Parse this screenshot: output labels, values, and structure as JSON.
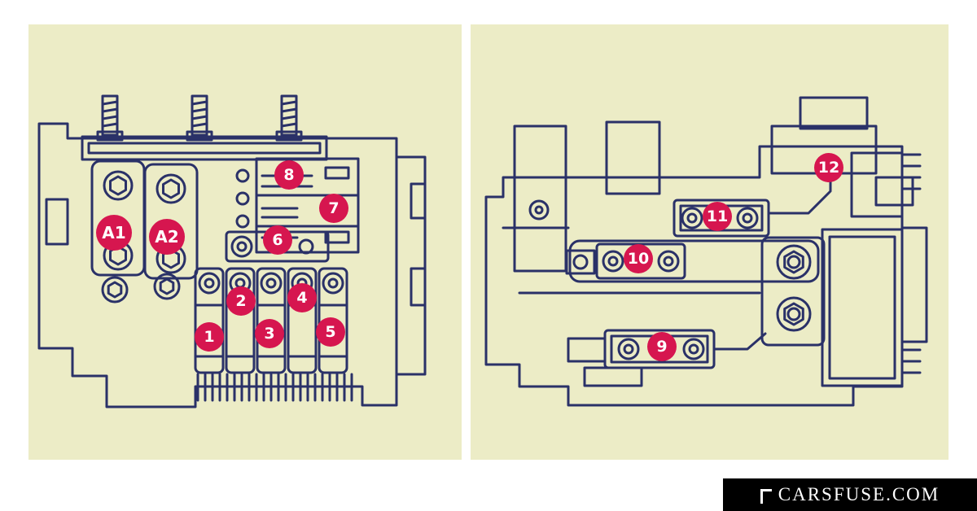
{
  "colors": {
    "page_bg": "#FFFFFF",
    "panel_bg": "#ECECC6",
    "line": "#2A3168",
    "marker_fill": "#D6164F",
    "marker_text": "#FFFFFF",
    "watermark_bg": "#000000",
    "watermark_text": "#FFFFFF"
  },
  "watermark": {
    "text": "CARSFUSE.COM"
  },
  "left_panel": {
    "markers": [
      {
        "label": "A1"
      },
      {
        "label": "A2"
      },
      {
        "label": "1"
      },
      {
        "label": "2"
      },
      {
        "label": "3"
      },
      {
        "label": "4"
      },
      {
        "label": "5"
      },
      {
        "label": "6"
      },
      {
        "label": "7"
      },
      {
        "label": "8"
      }
    ]
  },
  "right_panel": {
    "markers": [
      {
        "label": "9"
      },
      {
        "label": "10"
      },
      {
        "label": "11"
      },
      {
        "label": "12"
      }
    ]
  }
}
